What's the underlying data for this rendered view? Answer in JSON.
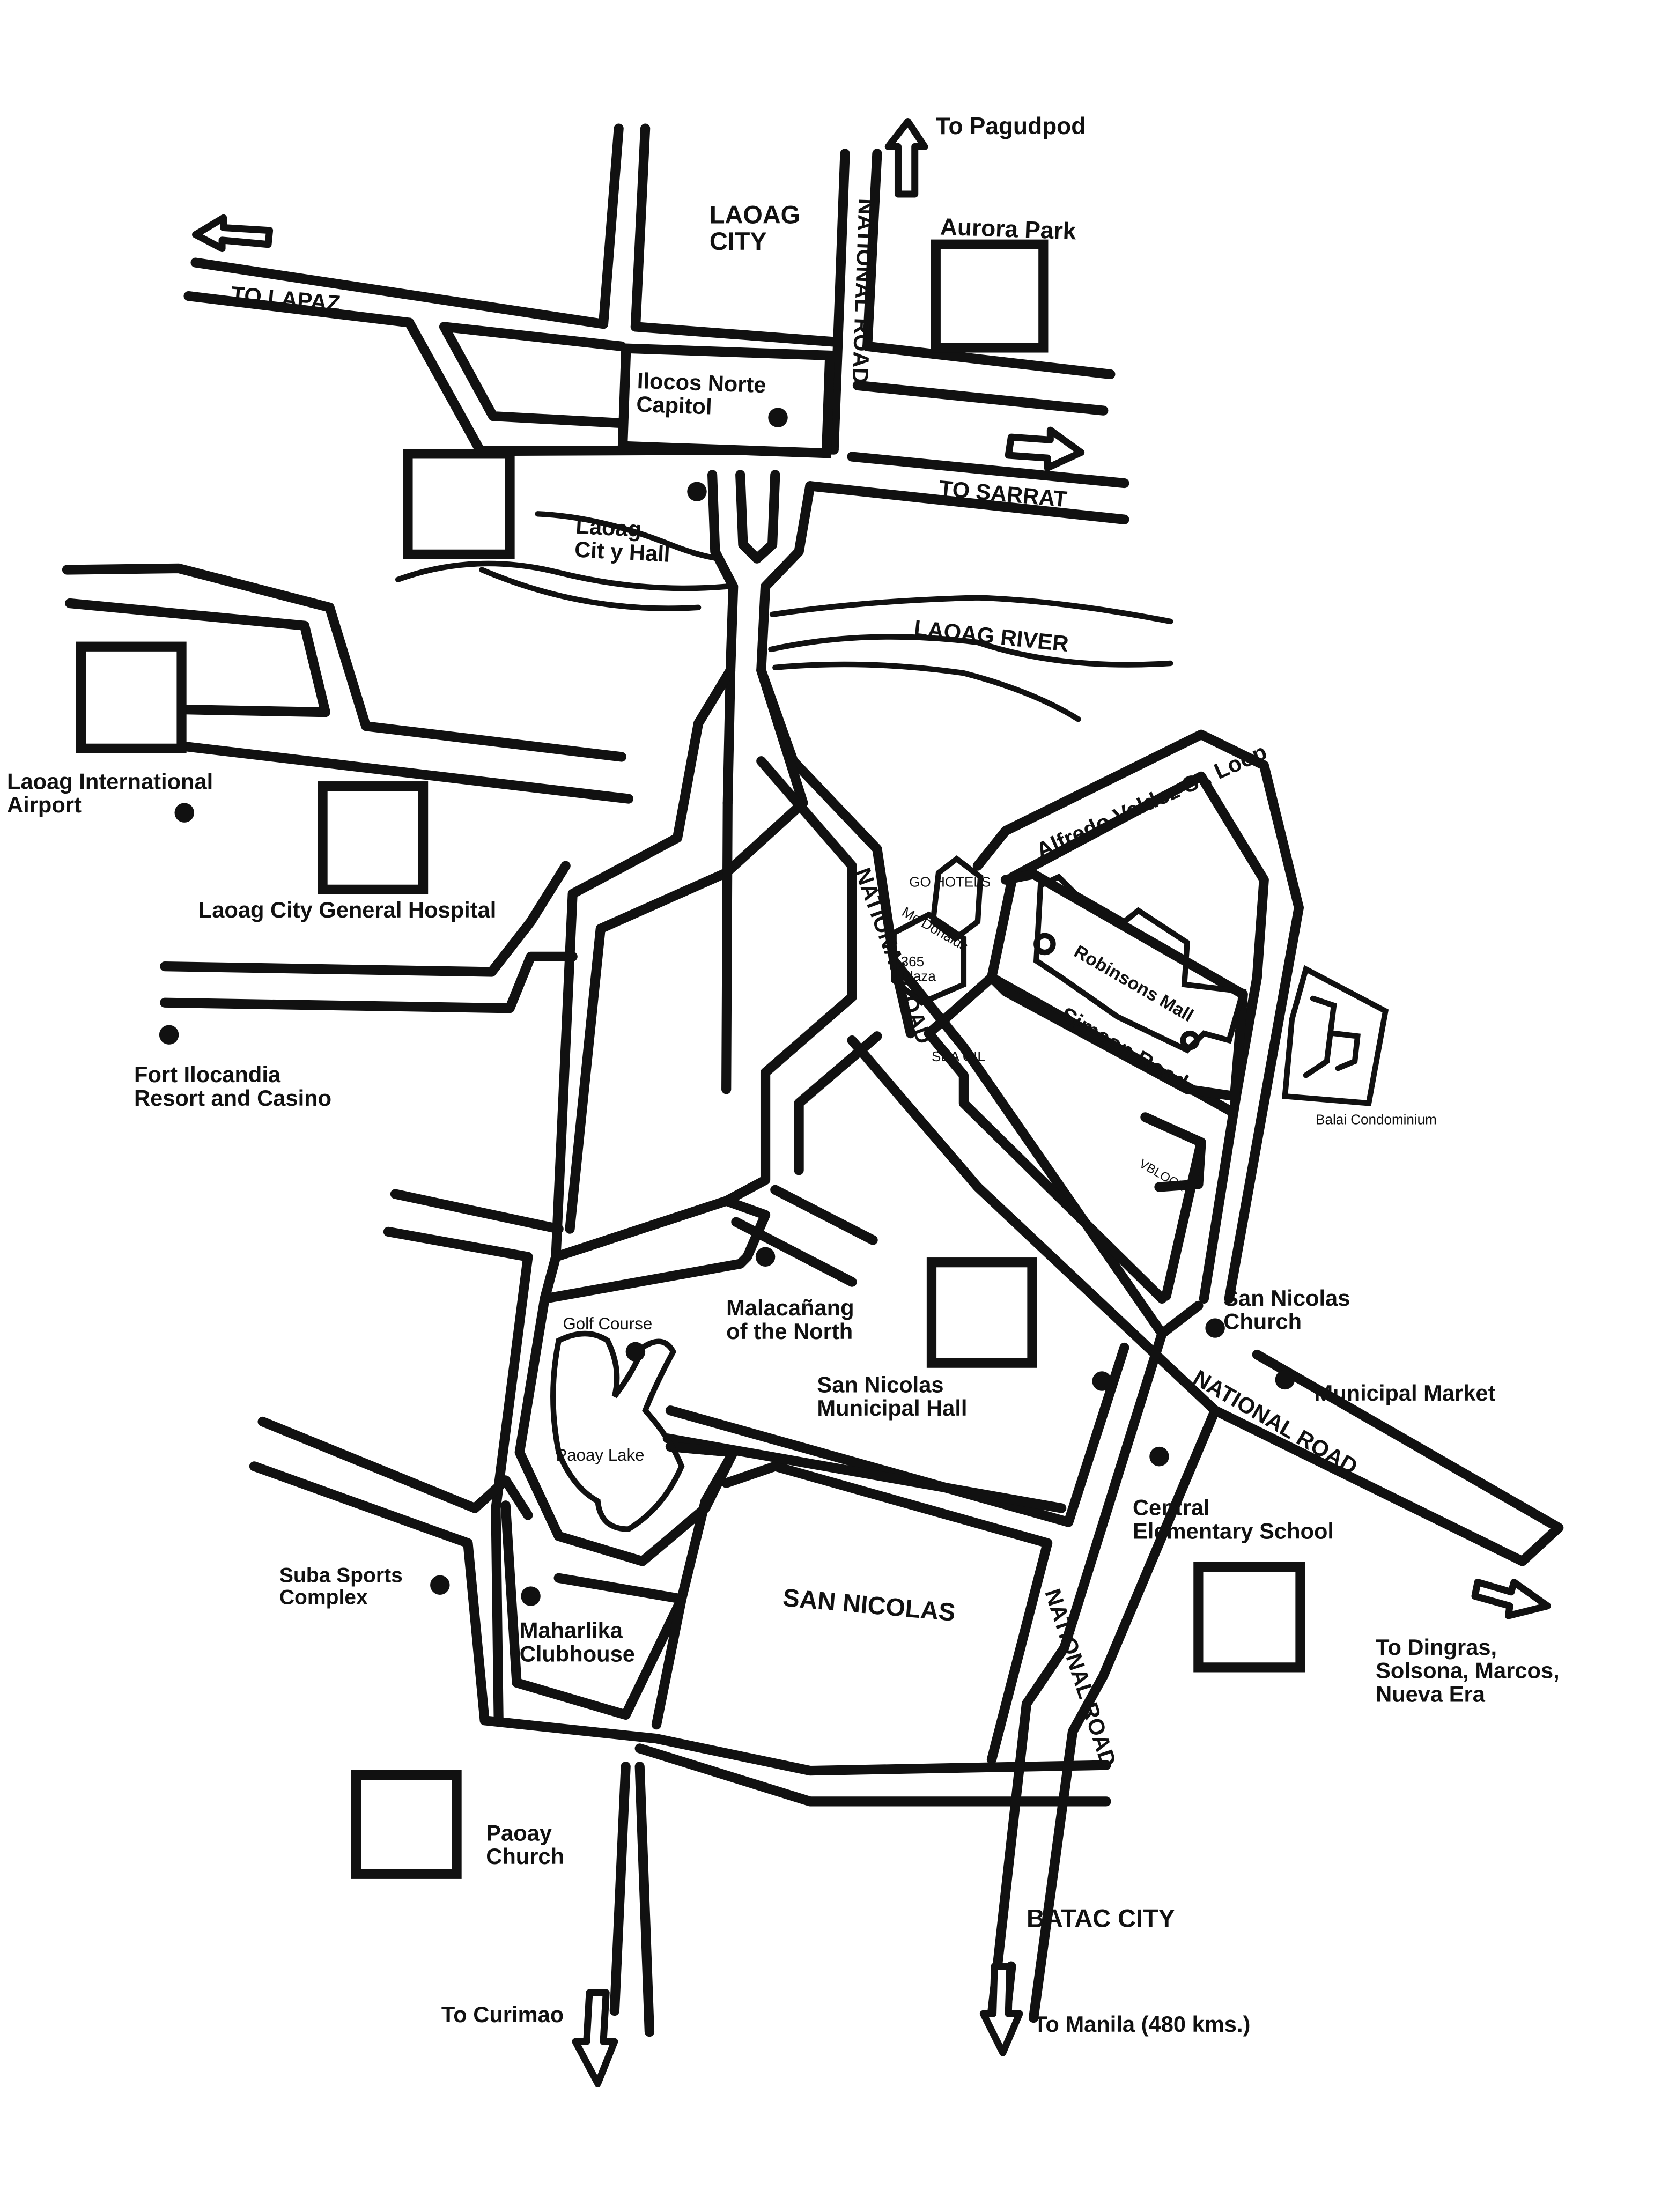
{
  "map": {
    "labels": {
      "to_pagudpod": "To Pagudpod",
      "laoag_city": "LAOAG CITY",
      "aurora_park": "Aurora Park",
      "to_lapaz": "TO LAPAZ",
      "national_road": "NATIONAL ROAD",
      "capitol": "Ilocos Norte Capitol",
      "to_sarrat": "TO SARRAT",
      "laoag_city_hall": "Laoag Cit y Hall",
      "laoag_river": "LAOAG RIVER",
      "airport": "Laoag International Airport",
      "general_hospital": "Laoag City General Hospital",
      "fort_ilocandia": "Fort Ilocandia Resort and Casino",
      "loop_road": "Alfredo Valdez Sr. Loop",
      "go_hotels": "GO HOTELS",
      "mcdonalds": "Mc Donalds",
      "plaza_365": "365 Plaza",
      "robinsons_mall": "Robinsons Mall",
      "simeon_road": "Simeon Road",
      "sea_oil": "SEA OIL",
      "vblock": "VBLOCK",
      "balai_condominium": "Balai Condominium",
      "malacanang": "Malacañang of the North",
      "golf_course": "Golf Course",
      "paoay_lake": "Paoay Lake",
      "san_nicolas_municipal_hall": "San Nicolas Municipal Hall",
      "san_nicolas_church": "San Nicolas Church",
      "municipal_market": "Municipal Market",
      "central_elementary": "Central Elementary School",
      "suba_sports": "Suba Sports Complex",
      "maharlika": "Maharlika Clubhouse",
      "san_nicolas": "SAN NICOLAS",
      "to_dingras": "To Dingras, Solsona, Marcos, Nueva Era",
      "paoay_church": "Paoay Church",
      "batac_city": "BATAC CITY",
      "to_curimao": "To Curimao",
      "to_manila": "To Manila (480 kms.)"
    },
    "colors": {
      "ink": "#111111",
      "paper": "#ffffff"
    },
    "icons": [
      "arrow-icon",
      "location-dot-icon",
      "landmark-box-icon"
    ]
  }
}
